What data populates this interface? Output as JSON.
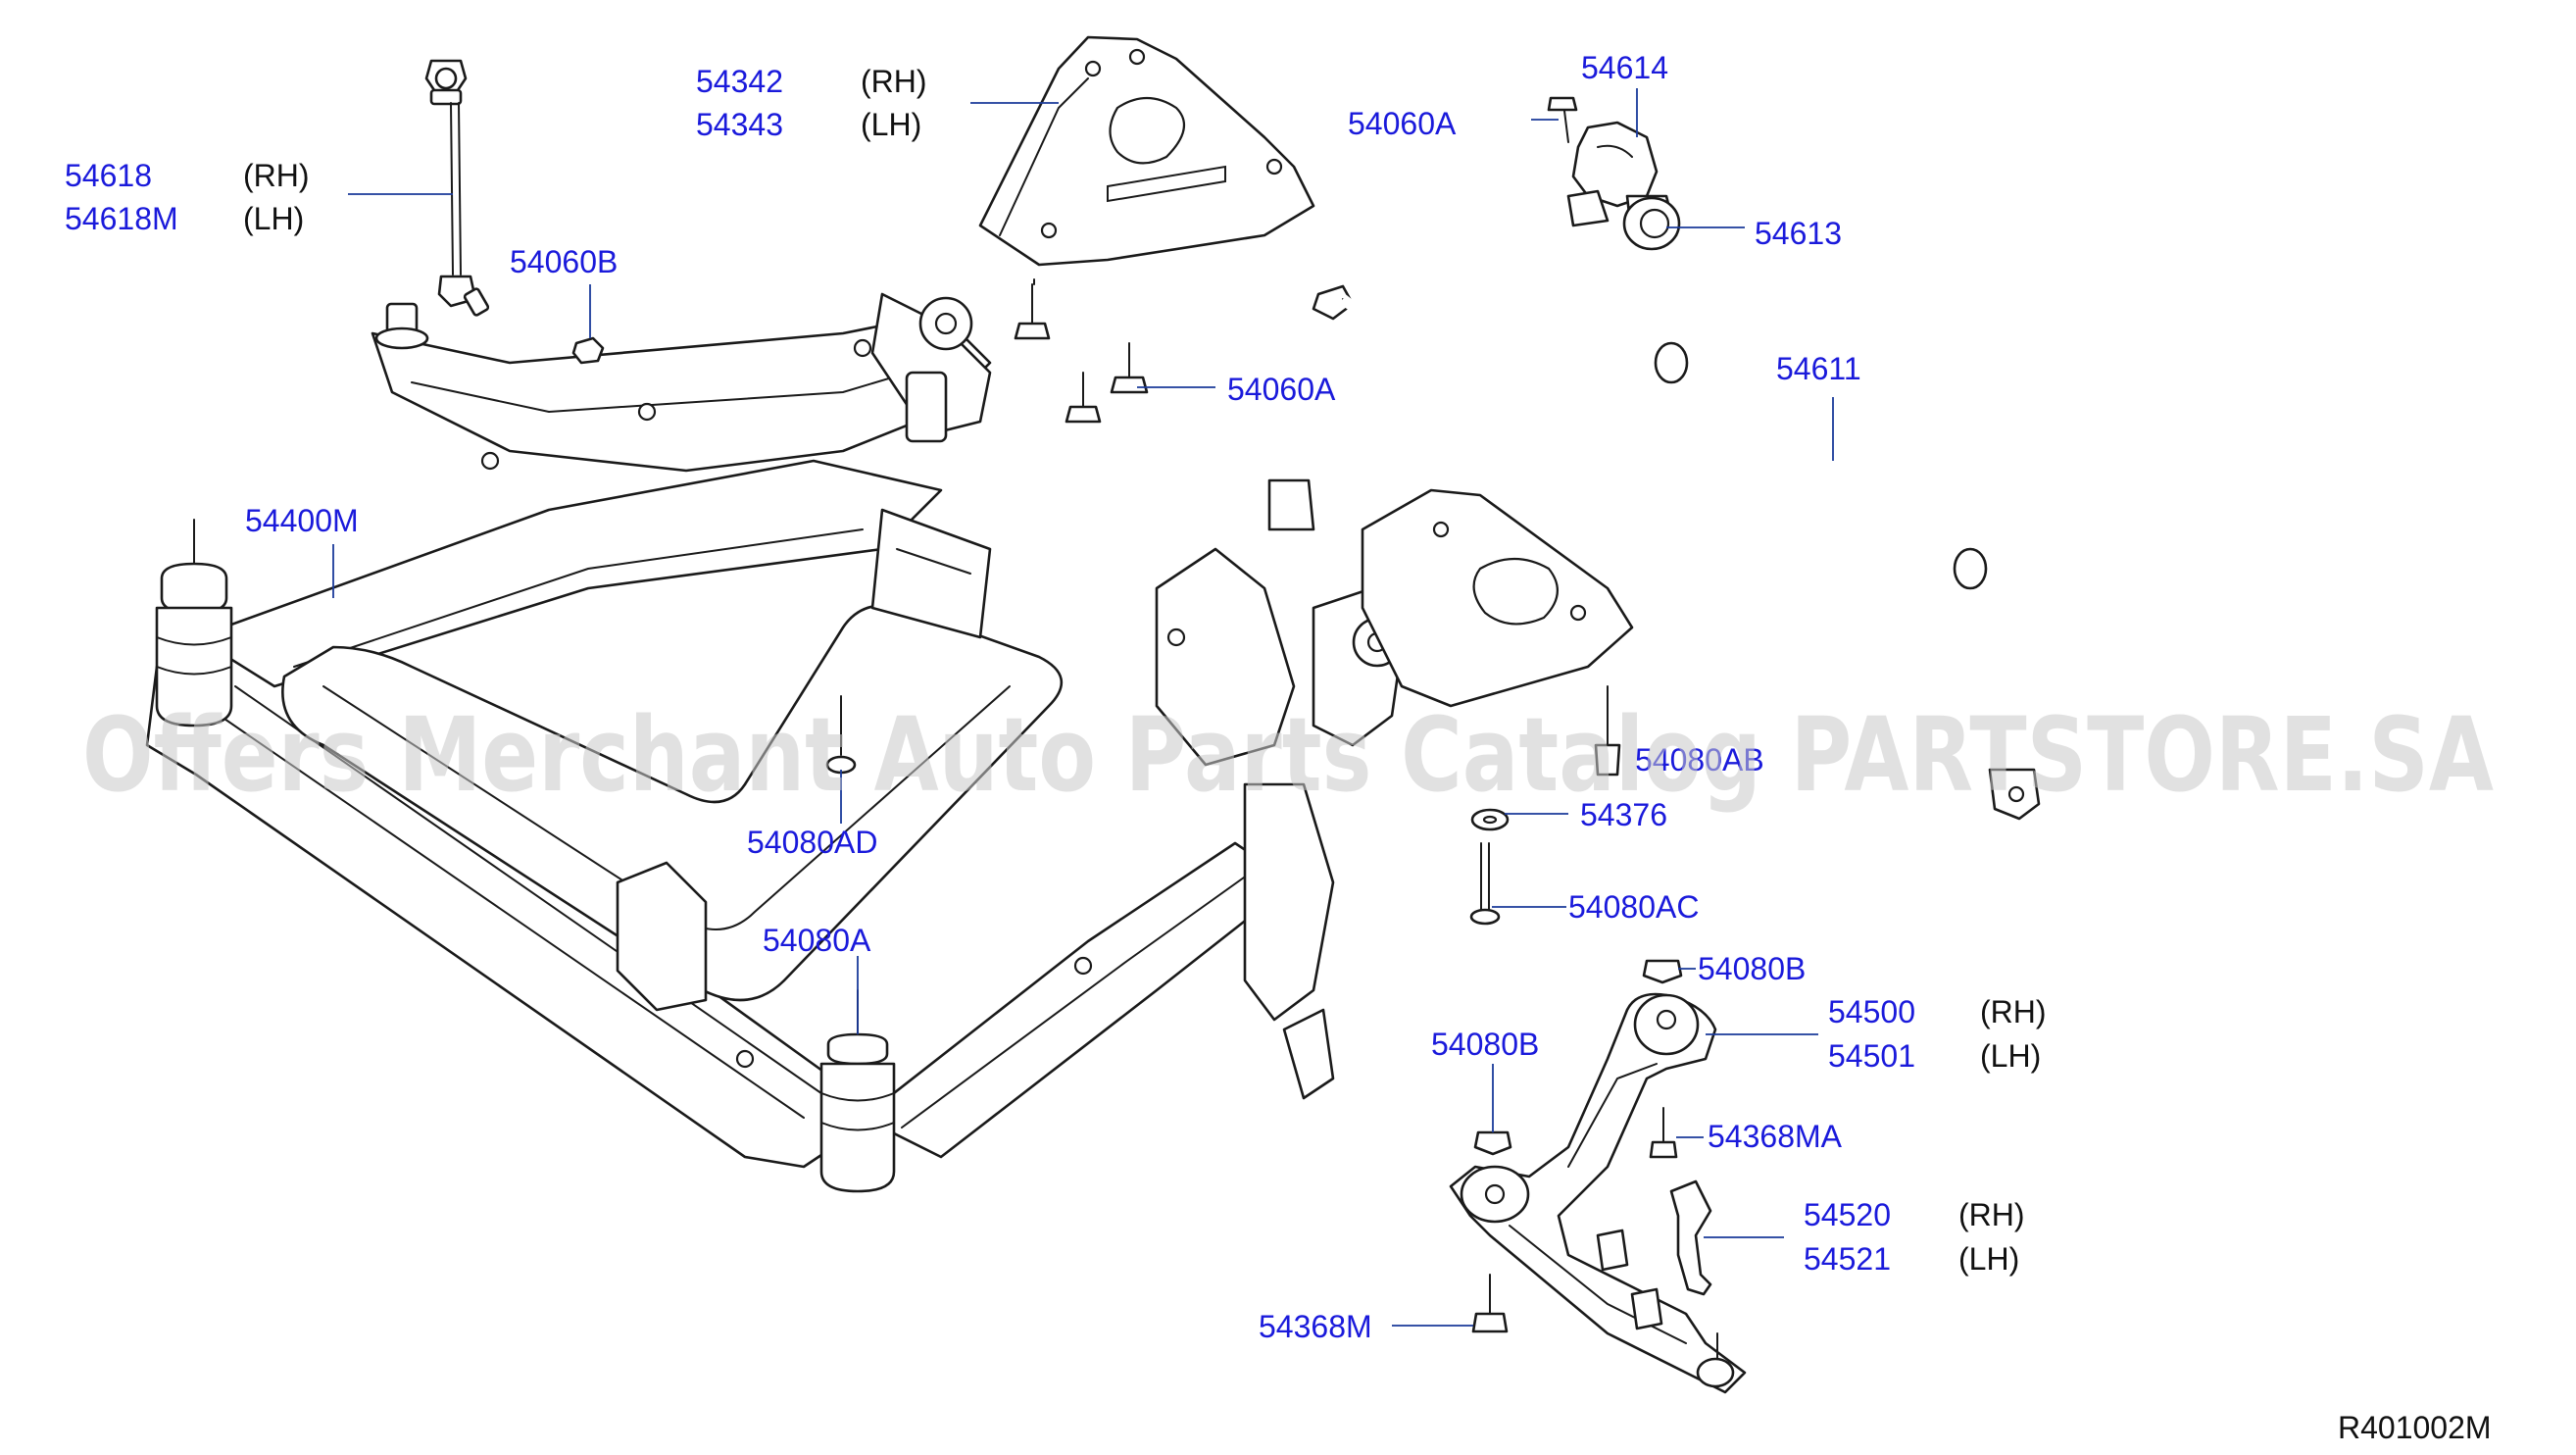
{
  "colors": {
    "callout": "#1a1adb",
    "side": "#111111",
    "linework": "#1a1a1a",
    "watermark": "#c8c8c8"
  },
  "callouts": [
    {
      "id": "c54342",
      "part": "54342",
      "side": "(RH)"
    },
    {
      "id": "c54343",
      "part": "54343",
      "side": "(LH)"
    },
    {
      "id": "c54614",
      "part": "54614"
    },
    {
      "id": "c54060A_top",
      "part": "54060A"
    },
    {
      "id": "c54613",
      "part": "54613"
    },
    {
      "id": "c54618",
      "part": "54618",
      "side": "(RH)"
    },
    {
      "id": "c54618M",
      "part": "54618M",
      "side": "(LH)"
    },
    {
      "id": "c54060B",
      "part": "54060B"
    },
    {
      "id": "c54060A_mid",
      "part": "54060A"
    },
    {
      "id": "c54611",
      "part": "54611"
    },
    {
      "id": "c54400M",
      "part": "54400M"
    },
    {
      "id": "c54080AB",
      "part": "54080AB"
    },
    {
      "id": "c54376",
      "part": "54376"
    },
    {
      "id": "c54080AD",
      "part": "54080AD"
    },
    {
      "id": "c54080AC",
      "part": "54080AC"
    },
    {
      "id": "c54080A",
      "part": "54080A"
    },
    {
      "id": "c54080B_top",
      "part": "54080B"
    },
    {
      "id": "c54500",
      "part": "54500",
      "side": "(RH)"
    },
    {
      "id": "c54501",
      "part": "54501",
      "side": "(LH)"
    },
    {
      "id": "c54080B_mid",
      "part": "54080B"
    },
    {
      "id": "c54368MA",
      "part": "54368MA"
    },
    {
      "id": "c54520",
      "part": "54520",
      "side": "(RH)"
    },
    {
      "id": "c54521",
      "part": "54521",
      "side": "(LH)"
    },
    {
      "id": "c54368M",
      "part": "54368M"
    }
  ],
  "watermark": "Offers Merchant Auto Parts Catalog PARTSTORE.SA",
  "diagram_ref": "R401002M"
}
